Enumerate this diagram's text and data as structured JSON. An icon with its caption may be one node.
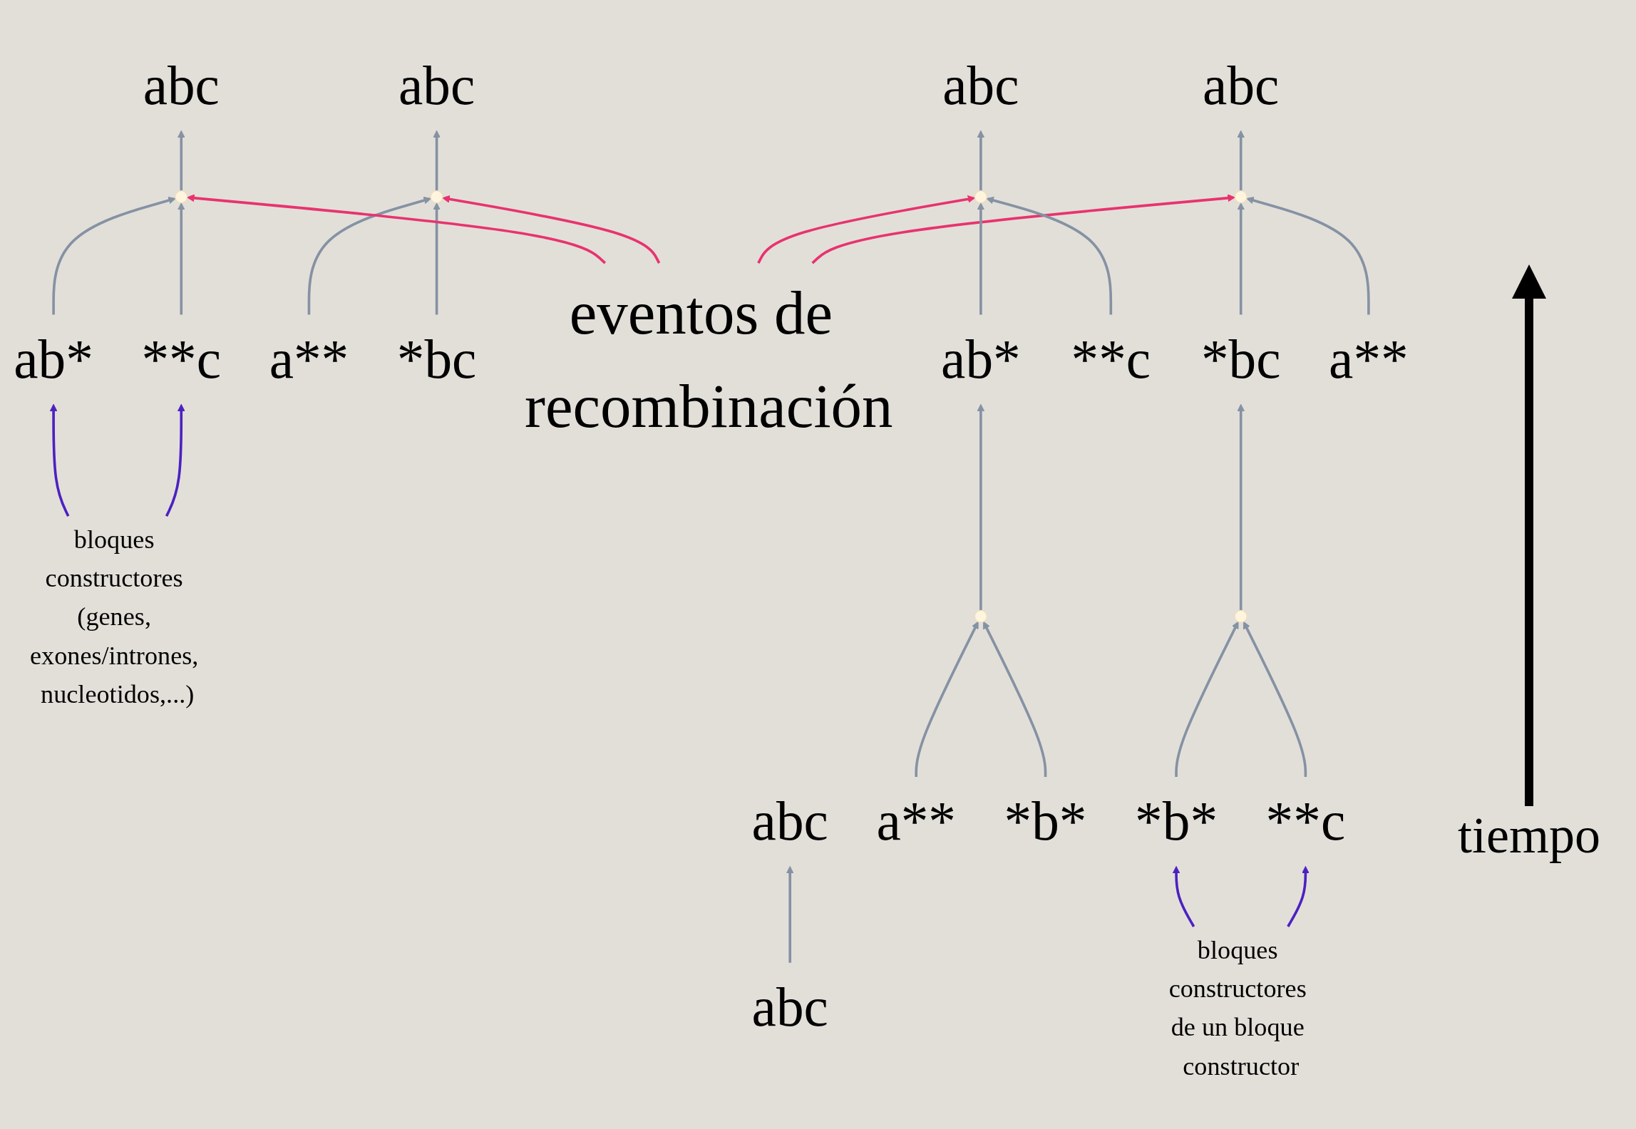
{
  "diagram": {
    "nodes": [
      {
        "text": [
          "abc"
        ]
      },
      {
        "text": [
          "abc"
        ]
      },
      {
        "text": [
          "abc"
        ]
      },
      {
        "text": [],
        "shape": "point"
      },
      {
        "text": [
          "ab*"
        ]
      },
      {
        "text": [
          "**c"
        ]
      },
      {
        "text": [
          "abc"
        ]
      },
      {
        "text": [],
        "shape": "point"
      },
      {
        "text": [
          "a**"
        ]
      },
      {
        "text": [
          "*bc"
        ]
      },
      {
        "text": [
          "bloques constructores (genes, exones/intrones, nucleotidos,...)"
        ]
      },
      {
        "text": [
          "eventos de recombinación"
        ]
      },
      {
        "text": [
          "abc"
        ]
      },
      {
        "text": [],
        "shape": "point"
      },
      {
        "text": [
          "ab*"
        ]
      },
      {
        "text": [
          "**c"
        ]
      },
      {
        "text": [],
        "shape": "point"
      },
      {
        "text": [
          "a**"
        ]
      },
      {
        "text": [
          "*b*"
        ]
      },
      {
        "text": [
          "abc"
        ]
      },
      {
        "text": [],
        "shape": "point"
      },
      {
        "text": [
          "*bc"
        ]
      },
      {
        "text": [
          "a**"
        ]
      },
      {
        "text": [],
        "shape": "point"
      },
      {
        "text": [
          "*b*"
        ]
      },
      {
        "text": [
          "**c"
        ]
      },
      {
        "text": [
          "bloques constructores de un bloque constructor"
        ]
      }
    ],
    "edges": [
      {
        "from": 1,
        "to": 0,
        "arrow": "to"
      },
      {
        "from": 3,
        "to": 2,
        "arrow": "to"
      },
      {
        "from": 4,
        "to": 3,
        "arrow": "to"
      },
      {
        "from": 5,
        "to": 3,
        "arrow": "to"
      },
      {
        "from": 7,
        "to": 6,
        "arrow": "to"
      },
      {
        "from": 8,
        "to": 7,
        "arrow": "to"
      },
      {
        "from": 9,
        "to": 7,
        "arrow": "to"
      },
      {
        "from": 10,
        "to": 4,
        "arrow": "to",
        "color": "#4b22c0"
      },
      {
        "from": 10,
        "to": 5,
        "arrow": "to",
        "color": "#4b22c0"
      },
      {
        "from": 11,
        "to": 3,
        "arrow": "to",
        "color": "#e8336f"
      },
      {
        "from": 11,
        "to": 7,
        "arrow": "to",
        "color": "#e8336f"
      },
      {
        "from": 11,
        "to": 13,
        "arrow": "to",
        "color": "#e8336f"
      },
      {
        "from": 11,
        "to": 20,
        "arrow": "to",
        "color": "#e8336f"
      },
      {
        "from": 13,
        "to": 12,
        "arrow": "to"
      },
      {
        "from": 14,
        "to": 13,
        "arrow": "to"
      },
      {
        "from": 15,
        "to": 13,
        "arrow": "to"
      },
      {
        "from": 16,
        "to": 14,
        "arrow": "to"
      },
      {
        "from": 17,
        "to": 16,
        "arrow": "to"
      },
      {
        "from": 18,
        "to": 16,
        "arrow": "to"
      },
      {
        "from": 20,
        "to": 19,
        "arrow": "to"
      },
      {
        "from": 21,
        "to": 20,
        "arrow": "to"
      },
      {
        "from": 22,
        "to": 20,
        "arrow": "to"
      },
      {
        "from": 23,
        "to": 21,
        "arrow": "to"
      },
      {
        "from": 24,
        "to": 23,
        "arrow": "to"
      },
      {
        "from": 25,
        "to": 23,
        "arrow": "to"
      },
      {
        "from": 26,
        "to": 24,
        "arrow": "to",
        "color": "#4b22c0"
      },
      {
        "from": 26,
        "to": 25,
        "arrow": "to",
        "color": "#4b22c0"
      }
    ],
    "labels": [
      "tiempo"
    ]
  }
}
